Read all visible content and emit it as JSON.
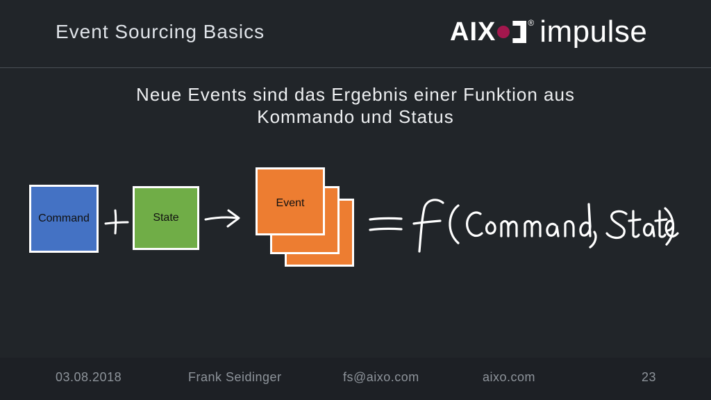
{
  "header": {
    "title": "Event Sourcing Basics"
  },
  "logo": {
    "brand": "AIX",
    "reg": "®",
    "product": "impulse"
  },
  "subtitle": {
    "line1": "Neue Events sind das Ergebnis einer Funktion aus",
    "line2": "Kommando und Status"
  },
  "diagram": {
    "command_label": "Command",
    "state_label": "State",
    "event_label": "Event",
    "formula": "= f(Command, State)"
  },
  "footer": {
    "date": "03.08.2018",
    "author": "Frank Seidinger",
    "email": "fs@aixo.com",
    "website": "aixo.com",
    "page": "23"
  },
  "colors": {
    "background": "#212529",
    "command": "#4472c4",
    "state": "#70ad47",
    "event": "#ed7d31",
    "logo_dot": "#a3174d"
  }
}
